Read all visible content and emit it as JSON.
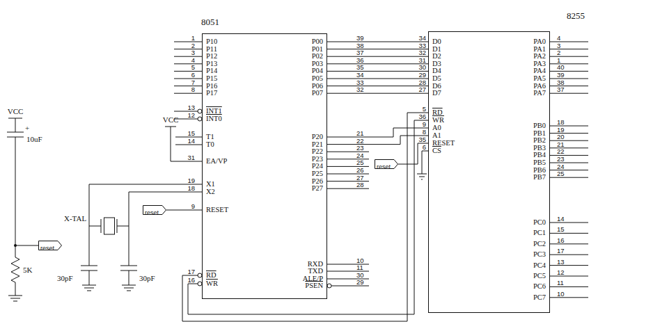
{
  "diagram": {
    "nodes": [
      {
        "text": [
          "8051"
        ]
      },
      {
        "text": [
          "8255"
        ]
      },
      {
        "text": [
          "reset"
        ]
      },
      {
        "text": [
          "reset"
        ]
      },
      {
        "text": [
          "reset"
        ]
      }
    ],
    "edges": [
      {
        "from": 0,
        "to": 1,
        "arrow": "none"
      },
      {
        "from": 0,
        "to": 1,
        "arrow": "none"
      },
      {
        "from": 0,
        "to": 1,
        "arrow": "none"
      },
      {
        "from": 0,
        "to": 1,
        "arrow": "none"
      },
      {
        "from": 0,
        "to": 1,
        "arrow": "none"
      },
      {
        "from": 0,
        "to": 1,
        "arrow": "none"
      },
      {
        "from": 0,
        "to": 1,
        "arrow": "none"
      },
      {
        "from": 0,
        "to": 1,
        "arrow": "none"
      },
      {
        "from": 0,
        "to": 1,
        "arrow": "none"
      },
      {
        "from": 0,
        "to": 1,
        "arrow": "none"
      },
      {
        "from": 0,
        "to": 1,
        "arrow": "none"
      },
      {
        "from": 0,
        "to": 1,
        "arrow": "none"
      },
      {
        "from": 3,
        "to": 0,
        "arrow": "none"
      },
      {
        "from": 4,
        "to": 1,
        "arrow": "none"
      }
    ],
    "labels": [
      "P10",
      "P11",
      "P12",
      "P13",
      "P14",
      "P15",
      "P16",
      "P17",
      "INT1",
      "INT0",
      "T1",
      "T0",
      "EA/VP",
      "X1",
      "X2",
      "RESET",
      "RD",
      "WR",
      "1",
      "2",
      "3",
      "4",
      "5",
      "6",
      "7",
      "8",
      "13",
      "12",
      "15",
      "14",
      "31",
      "19",
      "18",
      "9",
      "17",
      "16",
      "P00",
      "P01",
      "P02",
      "P03",
      "P04",
      "P05",
      "P06",
      "P07",
      "P20",
      "P21",
      "P22",
      "P23",
      "P24",
      "P25",
      "P26",
      "P27",
      "RXD",
      "TXD",
      "ALE/P",
      "PSEN",
      "39",
      "38",
      "37",
      "36",
      "35",
      "34",
      "33",
      "32",
      "21",
      "22",
      "23",
      "24",
      "25",
      "26",
      "27",
      "28",
      "10",
      "11",
      "30",
      "29",
      "D0",
      "D1",
      "D2",
      "D3",
      "D4",
      "D5",
      "D6",
      "D7",
      "RD",
      "WR",
      "A0",
      "A1",
      "RESET",
      "CS",
      "34",
      "33",
      "32",
      "31",
      "30",
      "29",
      "28",
      "27",
      "5",
      "36",
      "9",
      "8",
      "35",
      "6",
      "PA0",
      "PA1",
      "PA2",
      "PA3",
      "PA4",
      "PA5",
      "PA6",
      "PA7",
      "PB0",
      "PB1",
      "PB2",
      "PB3",
      "PB4",
      "PB5",
      "PB6",
      "PB7",
      "PC0",
      "PC1",
      "PC2",
      "PC3",
      "PC4",
      "PC5",
      "PC6",
      "PC7",
      "4",
      "3",
      "2",
      "1",
      "40",
      "39",
      "38",
      "37",
      "18",
      "19",
      "20",
      "21",
      "22",
      "23",
      "24",
      "25",
      "14",
      "15",
      "16",
      "17",
      "13",
      "12",
      "11",
      "10",
      "VCC",
      "+",
      "10uF",
      "5K",
      "VCC",
      "X-TAL",
      "30pF",
      "30pF"
    ]
  }
}
